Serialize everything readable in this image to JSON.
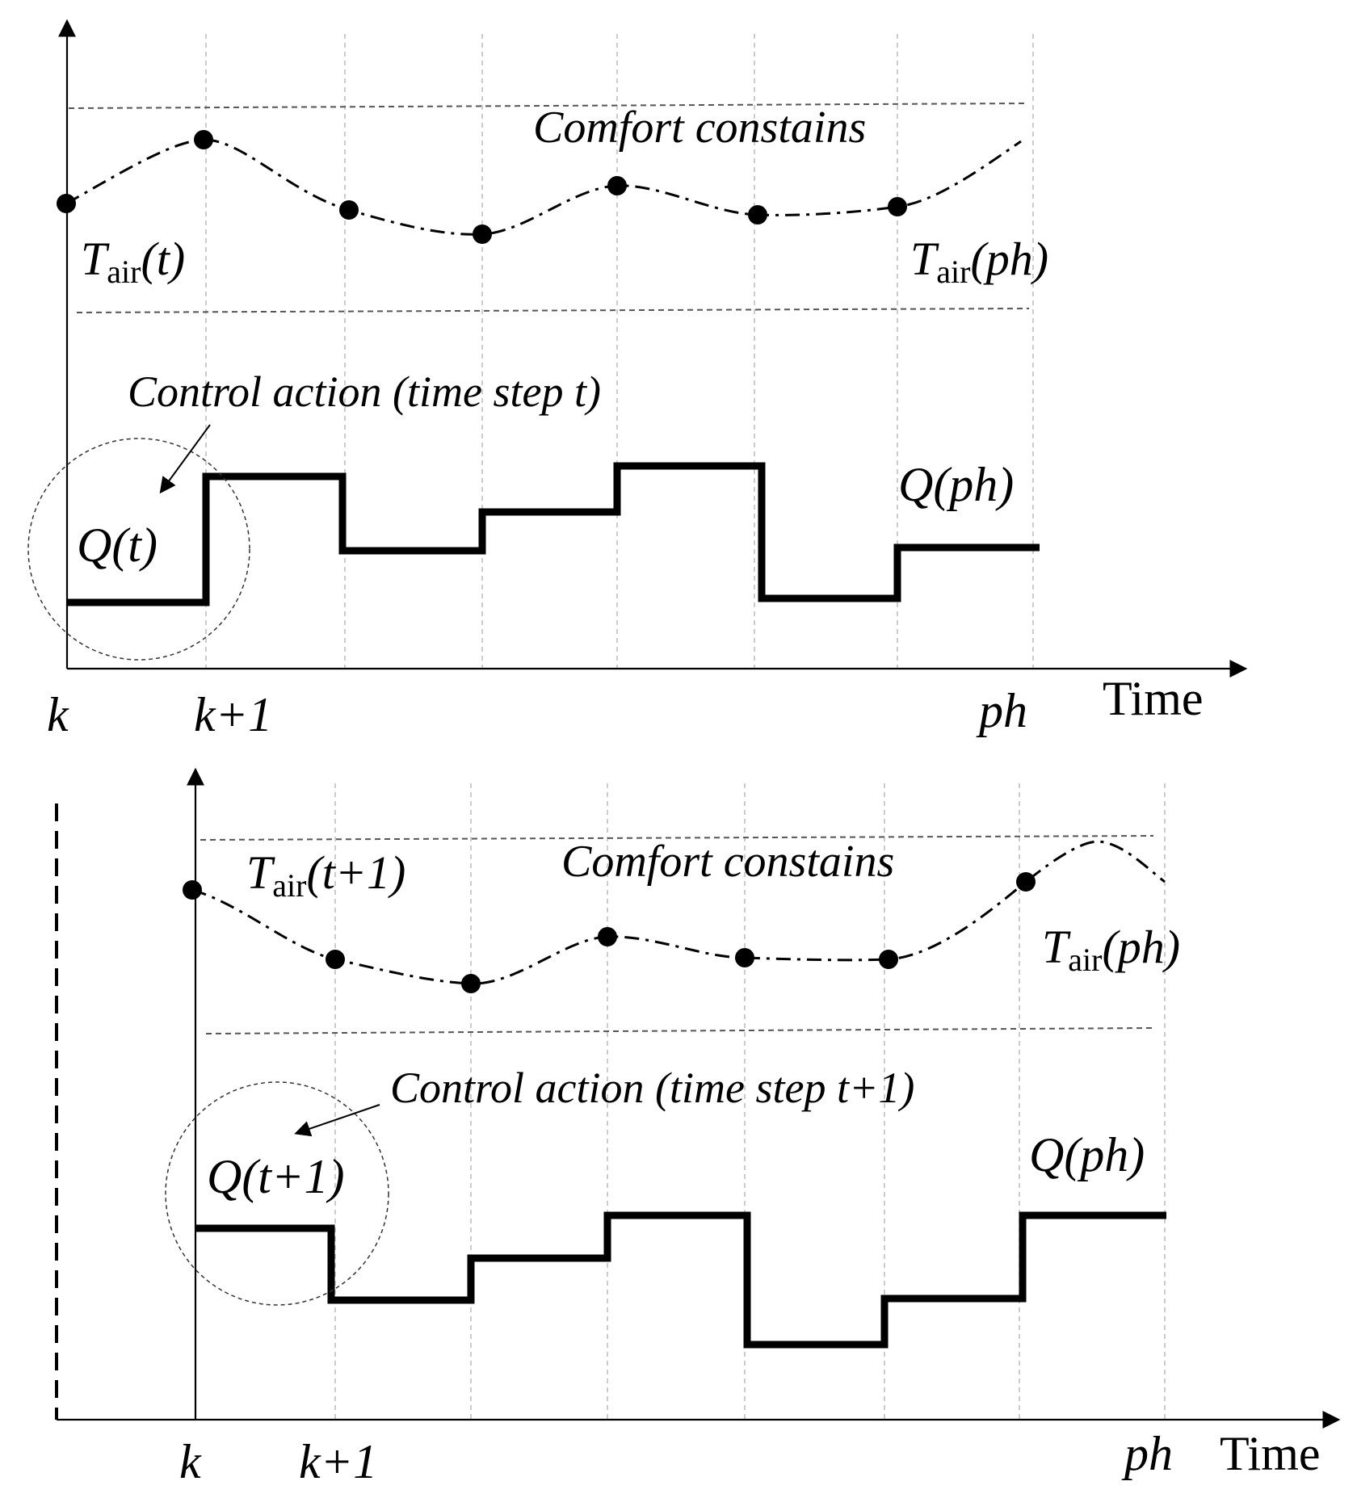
{
  "top_panel": {
    "comfort_label": "Comfort constains",
    "tair_start": {
      "base": "T",
      "sub": "air",
      "arg": "(t)"
    },
    "tair_end": {
      "base": "T",
      "sub": "air",
      "arg": "(ph)"
    },
    "control_label": "Control action (time step t)",
    "q_start": "Q(t)",
    "q_end": "Q(ph)",
    "tick_k": "k",
    "tick_k1": "k+1",
    "tick_ph": "ph",
    "axis_time": "Time"
  },
  "bottom_panel": {
    "comfort_label": "Comfort constains",
    "tair_start": {
      "base": "T",
      "sub": "air",
      "arg": "(t+1)"
    },
    "tair_end": {
      "base": "T",
      "sub": "air",
      "arg": "(ph)"
    },
    "control_label": "Control action (time step t+1)",
    "q_start": "Q(t+1)",
    "q_end": "Q(ph)",
    "tick_k": "k",
    "tick_k1": "k+1",
    "tick_ph": "ph",
    "axis_time": "Time"
  }
}
